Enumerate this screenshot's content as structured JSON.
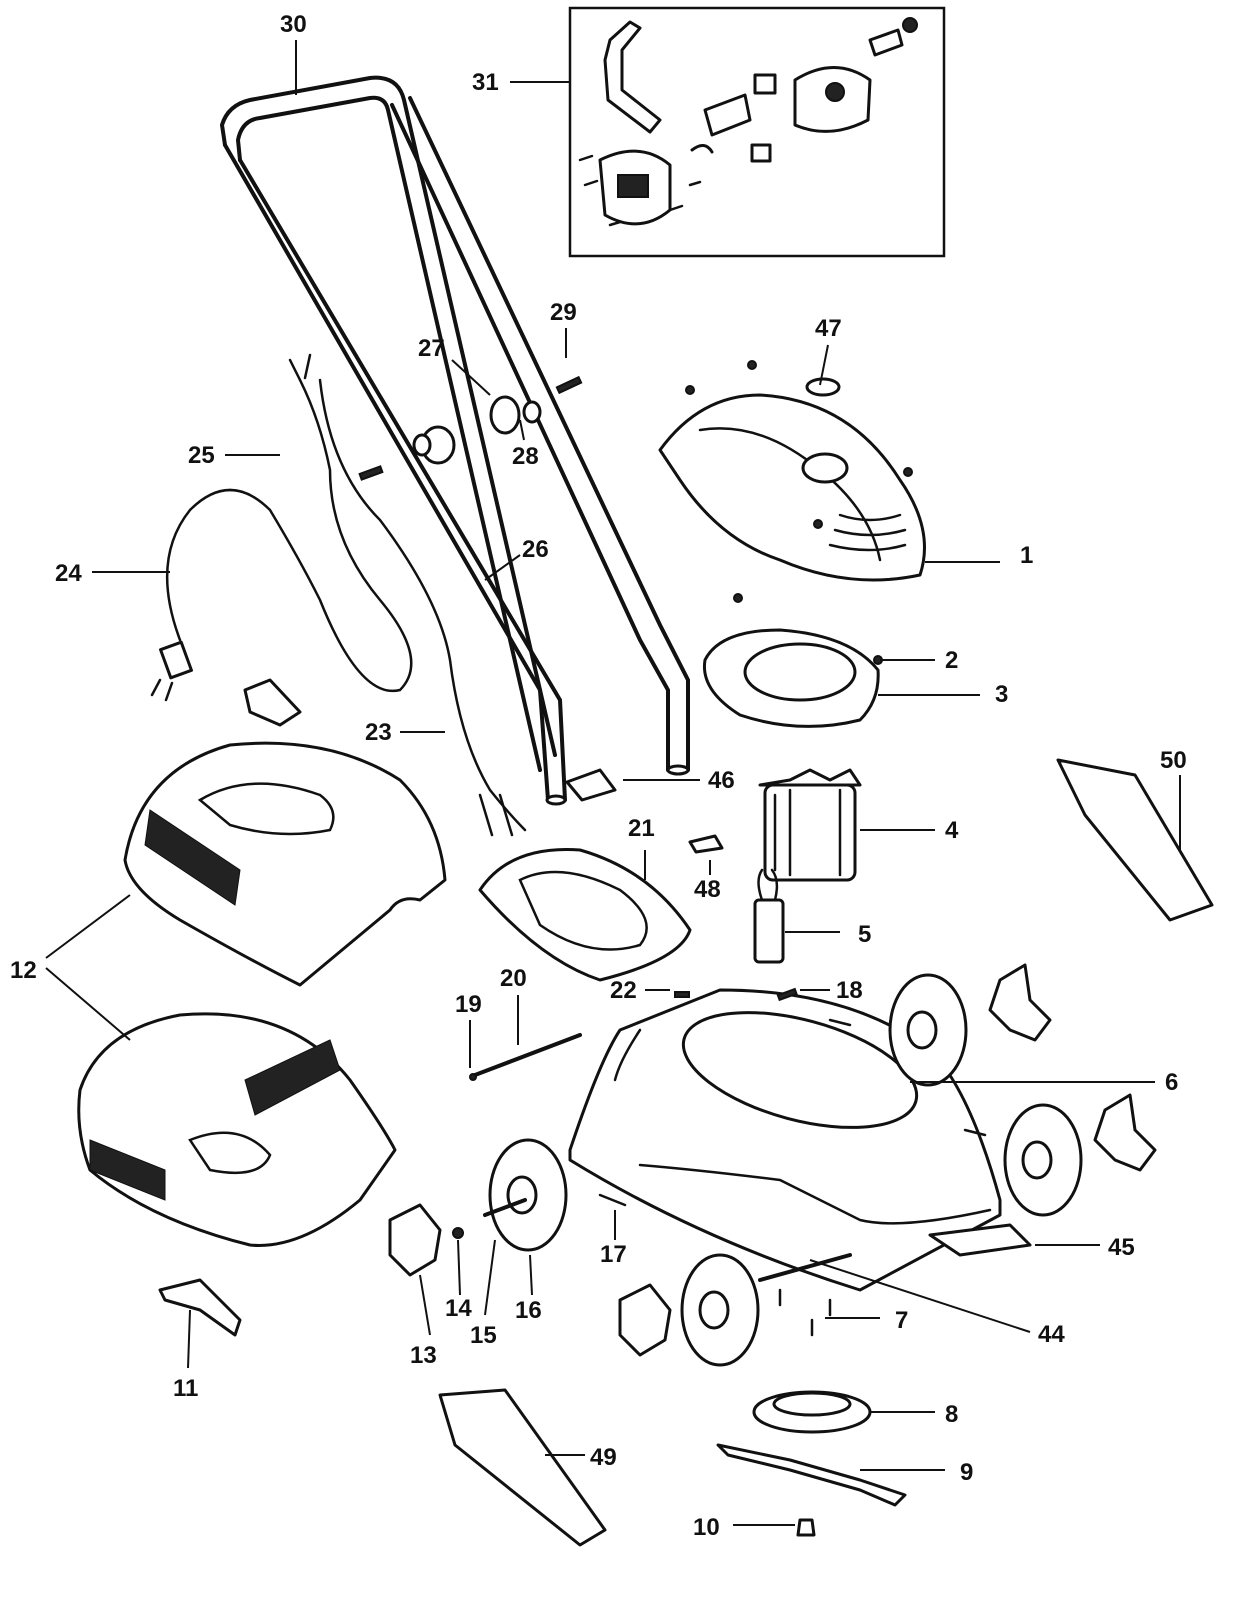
{
  "labels": {
    "l1": "1",
    "l2": "2",
    "l3": "3",
    "l4": "4",
    "l5": "5",
    "l6": "6",
    "l7": "7",
    "l8": "8",
    "l9": "9",
    "l10": "10",
    "l11": "11",
    "l12": "12",
    "l13": "13",
    "l14": "14",
    "l15": "15",
    "l16": "16",
    "l17": "17",
    "l18": "18",
    "l19": "19",
    "l20": "20",
    "l21": "21",
    "l22": "22",
    "l23": "23",
    "l24": "24",
    "l25": "25",
    "l26": "26",
    "l27": "27",
    "l28": "28",
    "l29": "29",
    "l30": "30",
    "l31": "31",
    "l44": "44",
    "l45": "45",
    "l46": "46",
    "l47": "47",
    "l48": "48",
    "l49": "49",
    "l50": "50"
  }
}
